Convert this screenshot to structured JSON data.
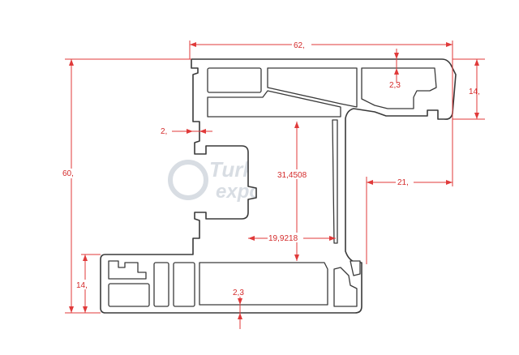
{
  "watermark": {
    "line1": "Turkish",
    "line2": "exporter"
  },
  "dimensions": {
    "overall_width": "62,",
    "overall_height": "60,",
    "right_flange_height": "14,",
    "left_flange_height": "14,",
    "top_wall_thickness": "2,3",
    "bottom_wall_thickness": "2,3",
    "web_thickness": "2,",
    "glass_rebate_depth": "31,4508",
    "glass_rebate_width": "19,9218",
    "right_offset": "21,"
  },
  "colors": {
    "dimension": "#e03a3a",
    "outline": "#3a3a3a",
    "watermark": "#d8dde3"
  }
}
